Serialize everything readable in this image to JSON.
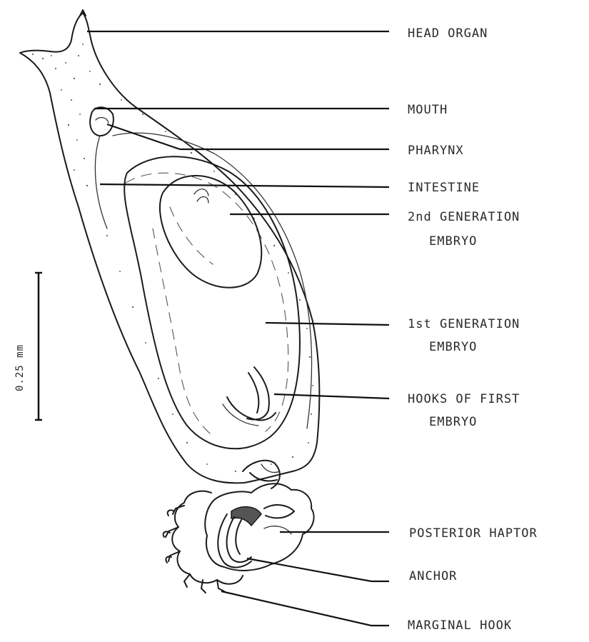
{
  "labels": {
    "head_organ": "HEAD ORGAN",
    "mouth": "MOUTH",
    "pharynx": "PHARYNX",
    "intestine": "INTESTINE",
    "second_gen_line1": "2nd GENERATION",
    "second_gen_line2": "EMBRYO",
    "first_gen_line1": "1st GENERATION",
    "first_gen_line2": "EMBRYO",
    "hooks_line1": "HOOKS OF FIRST",
    "hooks_line2": "EMBRYO",
    "posterior_haptor": "POSTERIOR HAPTOR",
    "anchor": "ANCHOR",
    "marginal_hook": "MARGINAL HOOK"
  },
  "scale_bar": {
    "label": "0.25 mm"
  }
}
